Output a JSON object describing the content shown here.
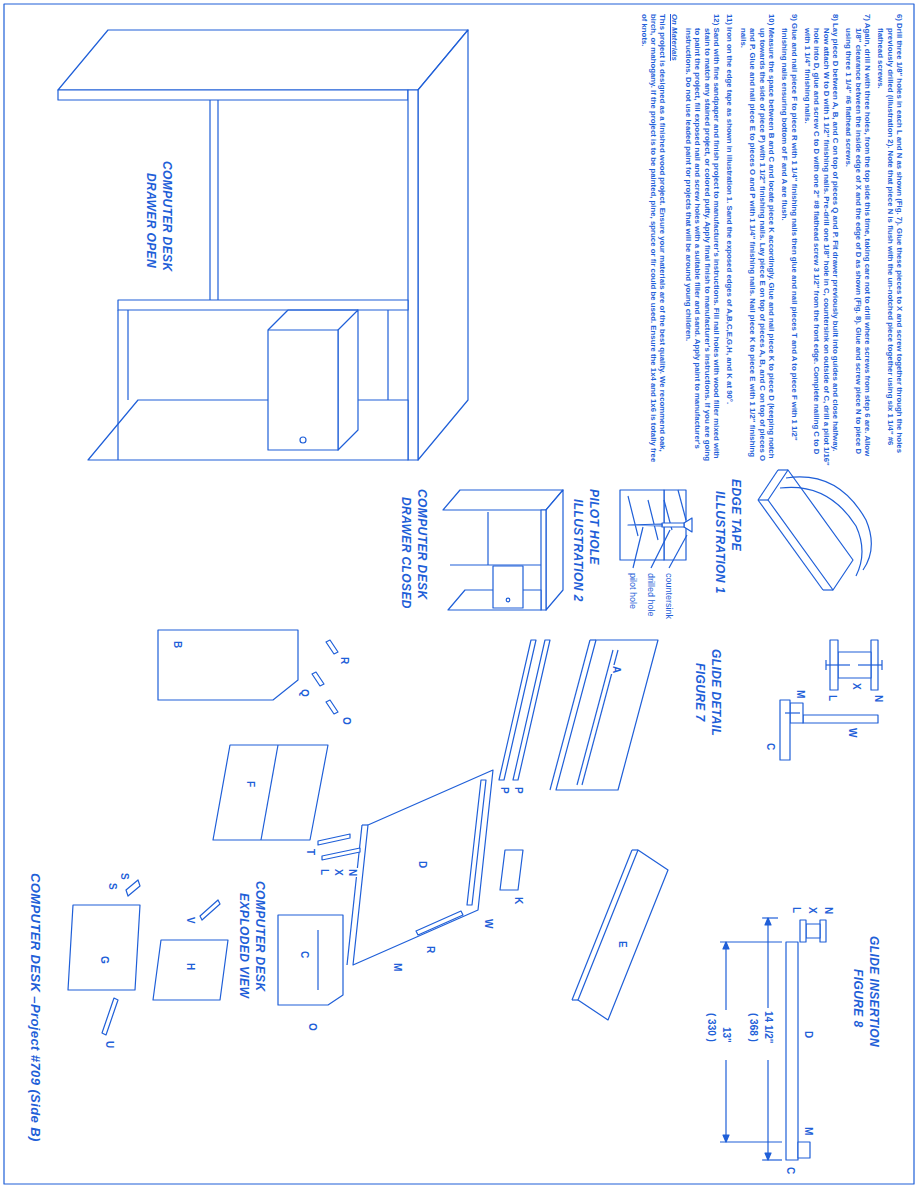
{
  "diagram": {
    "title": "COMPUTER DESK –Project #709 (Side B)",
    "labels": [
      "6) Drill three 1/8\" holes in each L and N as shown (Fig. 7). Glue these pieces to X and screw together through the holes previously drilled (illustration 2). Note that piece N is flush with the un-notched piece together using six 1 1/4\" #6 flathead screws.",
      "7) Again, drill N with three holes, from the top side this time, taking care not to drill where screws from step 6 are. Allow 1/8\" clearance between the inside edge of X and the edge of D as shown (Fig. 8). Glue and screw piece N to piece D using three 1 1/4\" #6 flathead screws.",
      "8) Lay piece D between A, B, and C on top of pieces Q and P. Fit drawer previously built into guides and close halfway. Now attach W to D with 1 1/2\" finishing nails. Pre-drill one 1/8\" hole in C, countersink on outside of C, drill a pilot 1/16\" hole into D, glue and screw C to D with one 2\" #8 flathead screw 3 1/2\" from the front edge. Complete nailing C to D with 1 1/4\" finishing nails.",
      "9) Glue and nail piece F to piece R with 1 1/4\" finishing nails then glue and nail pieces T and A to piece F with 1 1/2\" finishing nails ensuring bottom of F and A are flush.",
      "10) Measure the space between B and C and locate piece K accordingly. Glue and nail piece K to piece D (keeping notch up towards the side of piece P) with 1 1/2\" finishing nails. Lay piece E on top of pieces A, B, and C on top of pieces O and P. Glue and nail piece E to pieces O and P with 1 1/4\" finishing nails. Nail piece K to piece E with 1 1/2\" finishing nails.",
      "11) Iron on the edge tape as shown in illustration 1. Sand the exposed edges of A,B,C,E,G,H, and K at 90°.",
      "12) Sand with fine sandpaper and finish project to manufacturer's instructions. Fill nail holes with wood filler mixed with stain to match any stained project, or colored putty. Apply final finish to manufacturer's instructions. If you are going to paint the project, fill exposed nail and screw holes with a suitable filler and sand. Apply paint to manufacturer's instructions. Do not use leaded paint for projects that will be around young children.",
      "On Materials",
      "This project is designed as a finished wood project. Ensure your materials are of the best quality. We recommend oak, birch, or mahogany. If the project is to be painted, pine, spruce or fir could be used. Ensure the 1x4 and 1x6 is totally free of knots.",
      "EDGE TAPE",
      "ILLUSTRATION 1",
      "PILOT HOLE",
      "ILLUSTRATION 2",
      "countersink",
      "drilled hole",
      "pilot hole",
      "GLIDE DETAIL",
      "FIGURE 7",
      "N",
      "X",
      "L",
      "W",
      "M",
      "C",
      "GLIDE INSERTION",
      "FIGURE 8",
      "N",
      "X",
      "L",
      "D",
      "M",
      "C",
      "14 1/2\"",
      "( 368 )",
      "13\"",
      "( 330 )",
      "COMPUTER DESK",
      "DRAWER OPEN",
      "COMPUTER DESK",
      "DRAWER CLOSED",
      "COMPUTER DESK",
      "EXPLODED VIEW",
      "A",
      "P",
      "P",
      "E",
      "K",
      "D",
      "W",
      "M",
      "R",
      "O",
      "C",
      "N",
      "X",
      "L",
      "T",
      "B",
      "R",
      "Q",
      "O",
      "F",
      "V",
      "H",
      "S",
      "S",
      "G",
      "U"
    ]
  }
}
